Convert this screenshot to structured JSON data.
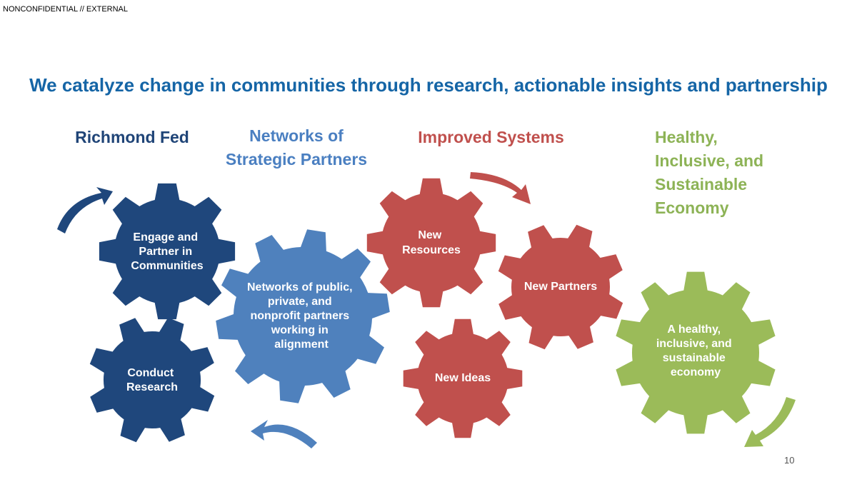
{
  "header": {
    "classification": "NONCONFIDENTIAL // EXTERNAL",
    "title": "We catalyze change in communities through research, actionable insights and partnership"
  },
  "columns": {
    "richmond_fed": "Richmond Fed",
    "networks": [
      "Networks of",
      "Strategic Partners"
    ],
    "improved": "Improved Systems",
    "healthy": [
      "Healthy,",
      "Inclusive, and",
      "Sustainable",
      "Economy"
    ]
  },
  "gears": {
    "engage": {
      "lines": [
        "Engage and",
        "Partner in",
        "Communities"
      ],
      "color": "#1F477C"
    },
    "research": {
      "lines": [
        "Conduct",
        "Research"
      ],
      "color": "#1F477C"
    },
    "networks": {
      "lines": [
        "Networks of public,",
        "private, and",
        "nonprofit partners",
        "working in",
        "alignment"
      ],
      "color": "#4F81BD"
    },
    "resources": {
      "lines": [
        "New",
        "Resources"
      ],
      "color": "#C0504D"
    },
    "partners": {
      "lines": [
        "New Partners"
      ],
      "color": "#C0504D"
    },
    "ideas": {
      "lines": [
        "New Ideas"
      ],
      "color": "#C0504D"
    },
    "economy": {
      "lines": [
        "A healthy,",
        "inclusive, and",
        "sustainable",
        "economy"
      ],
      "color": "#9BBB59"
    }
  },
  "icons": [
    "curved-arrow-icon"
  ],
  "page_number": "10"
}
